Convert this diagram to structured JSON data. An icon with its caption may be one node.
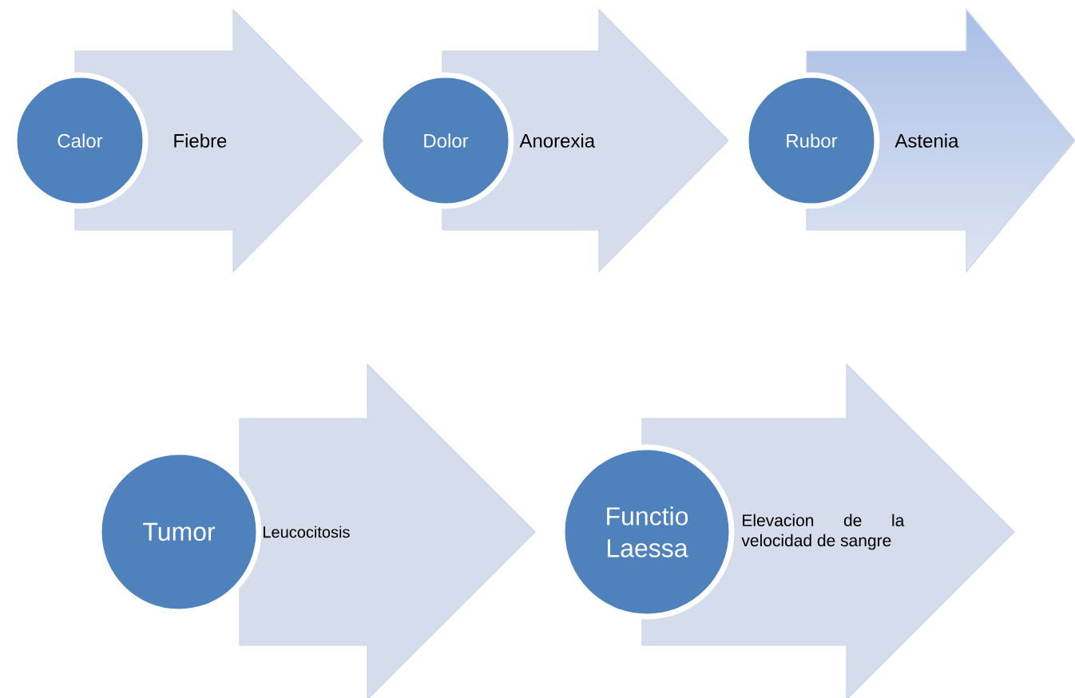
{
  "diagram": {
    "nodes": [
      {
        "text": [
          "Calor"
        ]
      },
      {
        "text": [
          "Fiebre"
        ]
      },
      {
        "text": [
          "Dolor"
        ]
      },
      {
        "text": [
          "Anorexia"
        ]
      },
      {
        "text": [
          "Rubor"
        ]
      },
      {
        "text": [
          "Astenia"
        ]
      },
      {
        "text": [
          "Tumor"
        ]
      },
      {
        "text": [
          "Leucocitosis"
        ]
      },
      {
        "text": [
          "Functio Laessa"
        ]
      },
      {
        "text": [
          "Elevacion de la velocidad de sangre"
        ]
      }
    ]
  }
}
